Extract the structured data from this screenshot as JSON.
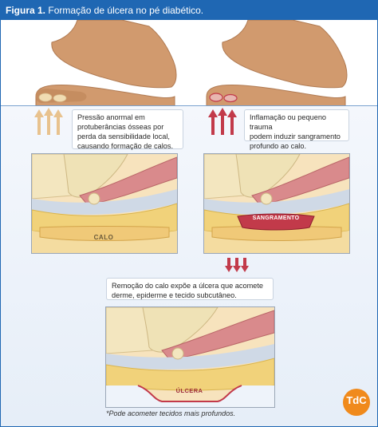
{
  "header": {
    "figure_label": "Figura 1.",
    "title": "Formação de úlcera no pé diabético."
  },
  "callouts": {
    "left": [
      "Pressão anormal em",
      "protuberâncias ósseas por",
      "perda da sensibilidade local,",
      "causando formação de calos."
    ],
    "right": [
      "Inflamação ou pequeno trauma",
      "podem induzir sangramento",
      "profundo ao calo."
    ],
    "bottom": [
      "Remoção do calo expõe a úlcera que acomete",
      "derme, epiderme e tecido subcutâneo."
    ]
  },
  "panels": {
    "left_label": "CALO",
    "right_label": "SANGRAMENTO",
    "bottom_label": "ÚLCERA"
  },
  "footnote": "*Pode acometer tecidos mais profundos.",
  "logo": {
    "text": "TdC",
    "tagline": ""
  },
  "colors": {
    "header_bg": "#1f67b3",
    "pressure_arrows": "#e8c28e",
    "bleeding_arrows": "#c23a4a",
    "skin": "#d19a6e",
    "muscle": "#d98a8c",
    "fat": "#f1d27a",
    "bone": "#f3e6bf",
    "logo_bg": "#f08a1c"
  }
}
